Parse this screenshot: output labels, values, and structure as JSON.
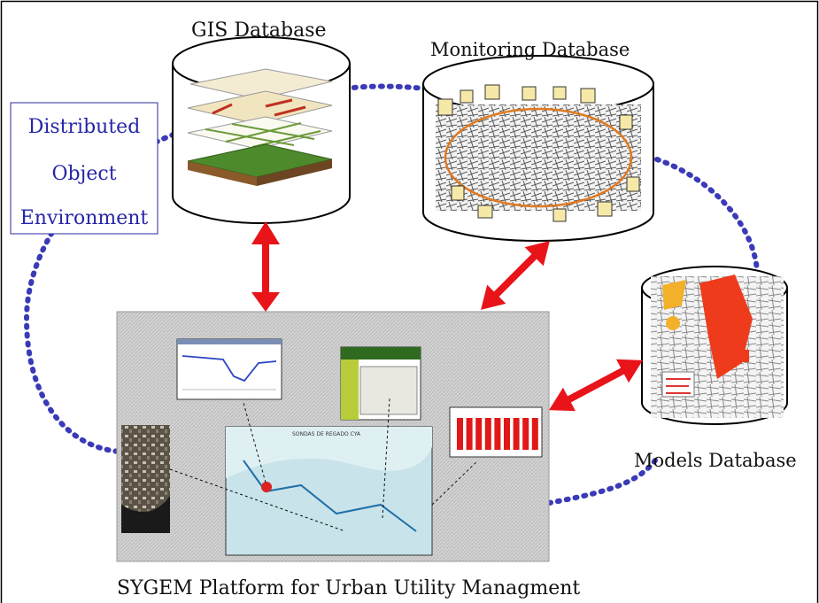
{
  "labels": {
    "gis_database": "GIS Database",
    "monitoring_database": "Monitoring Database",
    "models_database": "Models Database",
    "platform_caption": "SYGEM Platform for Urban Utility Managment",
    "doe_line1": "Distributed",
    "doe_line2": "Object",
    "doe_line3": "Environment",
    "map_title": "SONDAS DE REGADO CYA"
  },
  "colors": {
    "arrow": "#e8141a",
    "dotted_ring": "#3a3ab8",
    "doe_text": "#2626a8",
    "platform_bg": "#d0d0d0",
    "bar_red": "#e01818"
  },
  "bar_chart": {
    "bar_values": [
      1,
      1,
      1,
      1,
      1,
      1,
      1,
      1,
      1
    ]
  }
}
